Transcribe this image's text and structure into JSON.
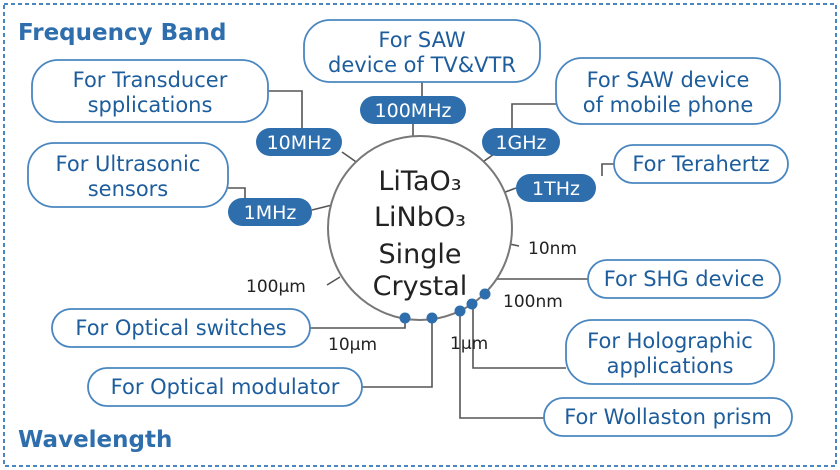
{
  "colors": {
    "accent": "#2e6ead",
    "badge_fill": "#2e6ead",
    "pill_text": "#1e5d9c",
    "border": "#4a86c0"
  },
  "sections": {
    "frequency_title": "Frequency Band",
    "wavelength_title": "Wavelength"
  },
  "crystal": {
    "line1": "LiTaO₃",
    "line2": "LiNbO₃",
    "line3": "Single",
    "line4": "Crystal"
  },
  "frequency": {
    "badges": {
      "f1": "1MHz",
      "f2": "10MHz",
      "f3": "100MHz",
      "f4": "1GHz",
      "f5": "1THz"
    },
    "apps": {
      "ultrasonic": [
        "For Ultrasonic",
        "sensors"
      ],
      "transducer": [
        "For Transducer",
        "spplications"
      ],
      "saw_tv": [
        "For SAW",
        "device of TV&VTR"
      ],
      "saw_mobile": [
        "For SAW device",
        "of mobile phone"
      ],
      "terahertz": "For Terahertz"
    }
  },
  "wavelength": {
    "ticks": {
      "w1": "10nm",
      "w2": "100nm",
      "w3": "1μm",
      "w4": "10μm",
      "w5": "100μm"
    },
    "apps": {
      "shg": "For SHG device",
      "holographic": [
        "For Holographic",
        "applications"
      ],
      "wollaston": "For Wollaston prism",
      "modulator": "For Optical modulator",
      "switches": "For Optical switches"
    }
  }
}
